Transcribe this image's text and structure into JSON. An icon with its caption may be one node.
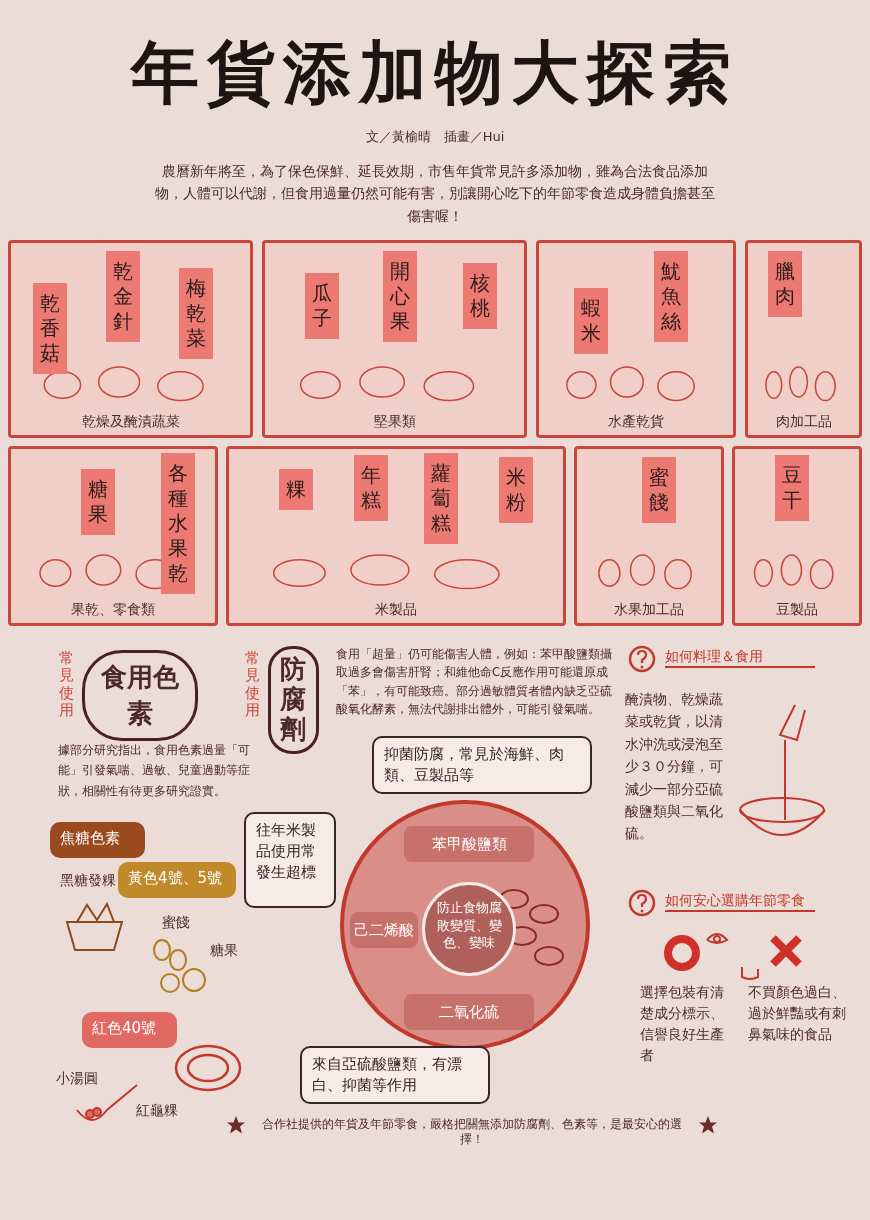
{
  "diagram": {
    "title": "年貨添加物大探索",
    "nodes": [
      {
        "text": [
          "乾燥及醃漬蔬菜"
        ]
      },
      {
        "text": [
          "乾香菇"
        ],
        "in": 0
      },
      {
        "text": [
          "乾金針"
        ],
        "in": 0
      },
      {
        "text": [
          "梅乾菜"
        ],
        "in": 0
      },
      {
        "text": [
          "堅果類"
        ]
      },
      {
        "text": [
          "瓜子"
        ],
        "in": 4
      },
      {
        "text": [
          "開心果"
        ],
        "in": 4
      },
      {
        "text": [
          "核桃"
        ],
        "in": 4
      },
      {
        "text": [
          "水產乾貨"
        ]
      },
      {
        "text": [
          "蝦米"
        ],
        "in": 8
      },
      {
        "text": [
          "魷魚絲"
        ],
        "in": 8
      },
      {
        "text": [
          "肉加工品"
        ]
      },
      {
        "text": [
          "臘肉"
        ],
        "in": 11
      },
      {
        "text": [
          "果乾、零食類"
        ]
      },
      {
        "text": [
          "糖果"
        ],
        "in": 13
      },
      {
        "text": [
          "各種水果乾"
        ],
        "in": 13
      },
      {
        "text": [
          "米製品"
        ]
      },
      {
        "text": [
          "粿"
        ],
        "in": 16
      },
      {
        "text": [
          "年糕"
        ],
        "in": 16
      },
      {
        "text": [
          "蘿蔔糕"
        ],
        "in": 16
      },
      {
        "text": [
          "米粉"
        ],
        "in": 16
      },
      {
        "text": [
          "水果加工品"
        ]
      },
      {
        "text": [
          "蜜餞"
        ],
        "in": 21
      },
      {
        "text": [
          "豆製品"
        ]
      },
      {
        "text": [
          "豆干"
        ],
        "in": 23
      },
      {
        "text": [
          "焦糖色素"
        ]
      },
      {
        "text": [
          "黃色4號、5號"
        ]
      },
      {
        "text": [
          "紅色40號"
        ]
      },
      {
        "text": [
          "抑菌防腐，常見於海鮮、肉類、豆製品等"
        ]
      },
      {
        "text": [
          "往年米製品使用常發生超標"
        ]
      },
      {
        "text": [],
        "shape": "circle"
      },
      {
        "text": [
          "苯甲酸鹽類"
        ],
        "in": 30
      },
      {
        "text": [
          "己二烯酸"
        ],
        "in": 30
      },
      {
        "text": [
          "二氧化硫"
        ],
        "in": 30
      },
      {
        "text": [
          "防止食物腐敗變質、變色、變味"
        ],
        "in": 30
      },
      {
        "text": [
          "來自亞硫酸鹽類，有漂白、抑菌等作用"
        ]
      }
    ],
    "labels": [
      "文／黃榆晴　插畫／Hui",
      "農曆新年將至，為了保色保鮮、延長效期，市售年貨常見許多添加物，雖為合法食品添加物，人體可以代謝，但食用過量仍然可能有害，別讓開心吃下的年節零食造成身體負擔甚至傷害喔！",
      "常見使用",
      "食用色素",
      "常見使用",
      "防腐劑",
      "食用「超量」仍可能傷害人體，例如：苯甲酸鹽類攝取過多會傷害肝腎；和維他命C反應作用可能還原成「苯」，有可能致癌。部分過敏體質者體內缺乏亞硫酸氧化酵素，無法代謝排出體外，可能引發氣喘。",
      "如何料理＆食用",
      "據部分研究指出，食用色素過量「可能」引發氣喘、過敏、兒童過動等症狀，相關性有待更多研究證實。",
      "黑糖發粿",
      "蜜餞",
      "糖果",
      "小湯圓",
      "紅龜粿",
      "醃漬物、乾燥蔬菜或乾貨，以清水沖洗或浸泡至少３０分鐘，可減少一部分亞硫酸鹽類與二氧化硫。",
      "如何安心選購年節零食",
      "選擇包裝有清楚成分標示、信譽良好生產者",
      "不買顏色過白、過於鮮豔或有刺鼻氣味的食品",
      "合作社提供的年貨及年節零食，嚴格把關無添加防腐劑、色素等，是最安心的選擇！"
    ]
  }
}
